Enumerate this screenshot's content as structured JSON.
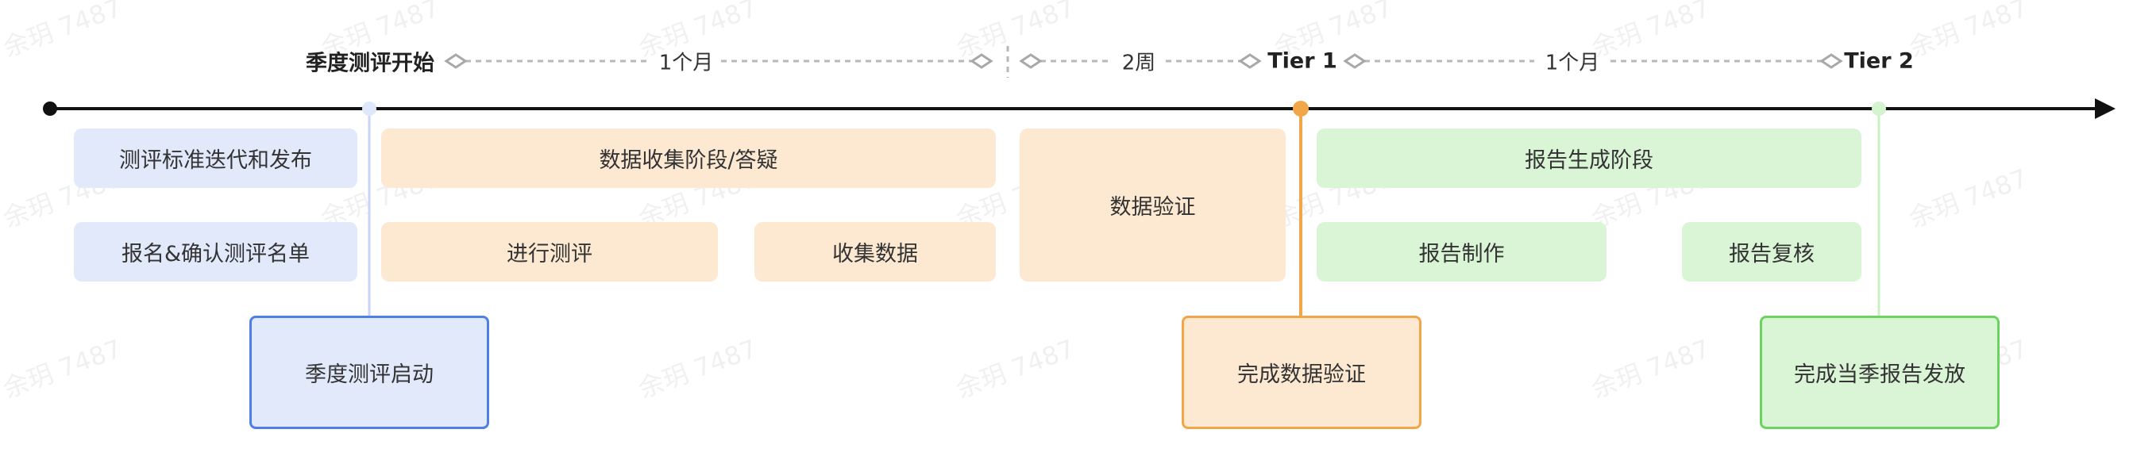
{
  "watermark": "余玥 7487",
  "header": {
    "start_label": "季度测评开始",
    "span1": "1个月",
    "span2": "2周",
    "tier1": "Tier 1",
    "span3": "1个月",
    "tier2": "Tier 2"
  },
  "tasks": {
    "standard": "测评标准迭代和发布",
    "signup": "报名&确认测评名单",
    "collect_phase": "数据收集阶段/答疑",
    "run_eval": "进行测评",
    "collect_data": "收集数据",
    "validate": "数据验证",
    "report_phase": "报告生成阶段",
    "report_make": "报告制作",
    "report_review": "报告复核"
  },
  "milestones": {
    "m1": "季度测评启动",
    "m2": "完成数据验证",
    "m3": "完成当季报告发放"
  },
  "colors": {
    "blue_fill": "#e1e9fb",
    "blue_line": "#4f7ee6",
    "peach_fill": "#fde8d2",
    "peach_line": "#f2a64a",
    "green_fill": "#d9f5d6",
    "green_line": "#6cd360",
    "axis": "#111111",
    "dash": "#b8b8b8"
  }
}
